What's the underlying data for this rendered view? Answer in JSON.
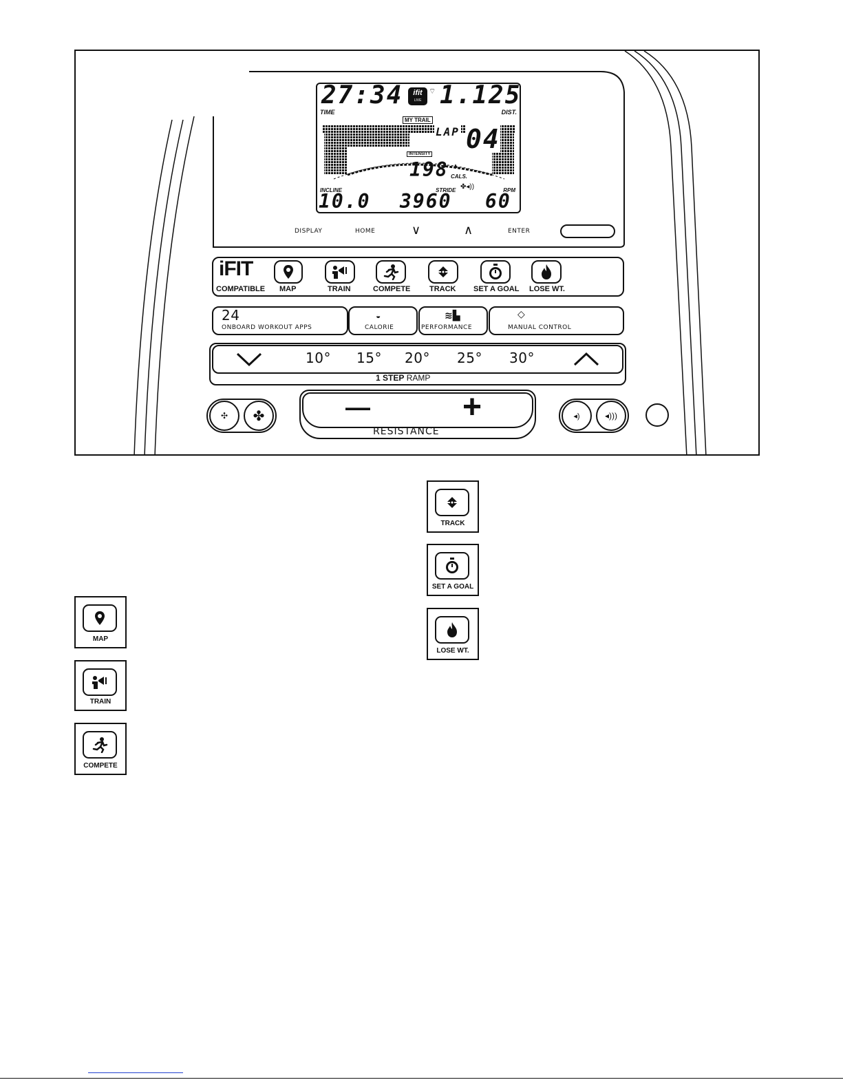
{
  "lcd": {
    "time": "27:34",
    "time_label": "TIME",
    "distance": "1.125",
    "distance_label": "DIST.",
    "ifit_logo": "ifit",
    "ifit_sub": "LIVE",
    "my_trail": "MY TRAIL",
    "lap_label": "LAP",
    "lap_value": "04",
    "intensity_label": "INTENSITY",
    "calories": "198",
    "calories_label": "CALS.",
    "incline_label": "INCLINE",
    "incline": "10.0",
    "stride_label": "STRIDE",
    "stride": "3960",
    "rpm_label": "RPM",
    "rpm": "60"
  },
  "nav_buttons": {
    "display": "DISPLAY",
    "home": "HOME",
    "down": "∨",
    "up": "∧",
    "enter": "ENTER"
  },
  "ifit_panel": {
    "logo": "iFIT",
    "compatible": "COMPATIBLE",
    "buttons": [
      "MAP",
      "TRAIN",
      "COMPETE",
      "TRACK",
      "SET A GOAL",
      "LOSE WT."
    ]
  },
  "workout_panel": {
    "count": "24",
    "apps_label": "ONBOARD WORKOUT APPS",
    "calorie": "CALORIE",
    "performance": "PERFORMANCE",
    "manual": "MANUAL CONTROL"
  },
  "ramp": {
    "angles": [
      "10°",
      "15°",
      "20°",
      "25°",
      "30°"
    ],
    "label_prefix": "1 STEP",
    "label_suffix": "RAMP"
  },
  "resistance": {
    "minus": "—",
    "plus": "+",
    "label": "RESISTANCE"
  },
  "cards": {
    "map": "MAP",
    "train": "TRAIN",
    "compete": "COMPETE",
    "track": "TRACK",
    "set_goal": "SET A GOAL",
    "lose_wt": "LOSE WT."
  },
  "icons": {
    "map": "map-pin-icon",
    "train": "megaphone-coach-icon",
    "compete": "runner-icon",
    "track": "rotate-arrows-icon",
    "set_goal": "stopwatch-icon",
    "lose_wt": "flame-icon",
    "fan_low": "fan-low-icon",
    "fan_high": "fan-high-icon",
    "vol_low": "volume-low-icon",
    "vol_high": "volume-high-icon"
  }
}
